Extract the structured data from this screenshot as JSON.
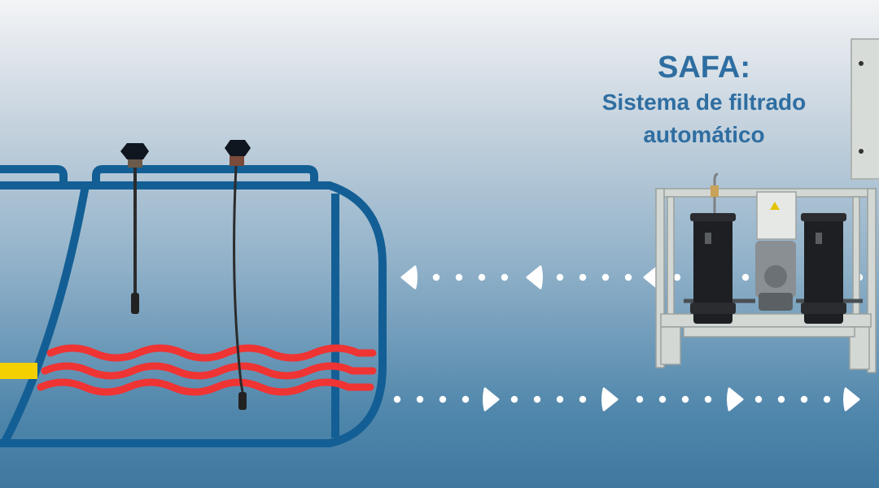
{
  "heading": {
    "title": "SAFA:",
    "subtitle_line1": "Sistema de filtrado",
    "subtitle_line2": "automático"
  },
  "colors": {
    "tank_outline": "#135f95",
    "heating_coil": "#ef3434",
    "inlet_pipe": "#f5d000",
    "arrows": "#ffffff",
    "heading_text": "#2f6ea1",
    "equipment_frame": "#d3d8d5",
    "filter_body": "#1d1f22"
  },
  "icons": {
    "return_flow": "arrow-left-icon",
    "supply_flow": "arrow-right-icon"
  }
}
